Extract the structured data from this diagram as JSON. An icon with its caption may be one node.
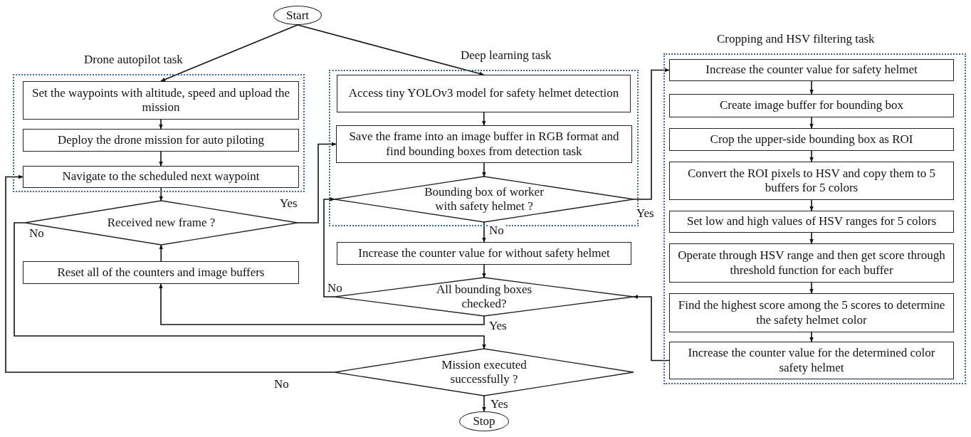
{
  "diagram": {
    "nodes": [
      {
        "text": [
          "Start"
        ]
      },
      {
        "text": [
          "Drone autopilot task"
        ]
      },
      {
        "text": [
          "Set the waypoints with altitude, speed and upload the mission"
        ],
        "in": 1
      },
      {
        "text": [
          "Deploy the drone mission for auto piloting"
        ],
        "in": 1
      },
      {
        "text": [
          "Navigate to the scheduled next waypoint"
        ],
        "in": 1
      },
      {
        "text": [
          "Received new frame ?"
        ]
      },
      {
        "text": [
          "Reset all of the counters and image buffers"
        ]
      },
      {
        "text": [
          "Deep learning task"
        ]
      },
      {
        "text": [
          "Access tiny YOLOv3 model for safety helmet detection"
        ],
        "in": 7
      },
      {
        "text": [
          "Save the frame into an image buffer in RGB format and find bounding boxes from detection task"
        ],
        "in": 7
      },
      {
        "text": [
          "Bounding box of worker with safety helmet ?"
        ],
        "in": 7
      },
      {
        "text": [
          "Increase the counter value for without safety helmet"
        ]
      },
      {
        "text": [
          "All bounding boxes checked?"
        ]
      },
      {
        "text": [
          "Mission executed successfully ?"
        ]
      },
      {
        "text": [
          "Stop"
        ]
      },
      {
        "text": [
          "Cropping and HSV filtering task"
        ]
      },
      {
        "text": [
          "Increase the counter value for safety helmet"
        ],
        "in": 15
      },
      {
        "text": [
          "Create image buffer for bounding box"
        ],
        "in": 15
      },
      {
        "text": [
          "Crop the upper-side bounding box as ROI"
        ],
        "in": 15
      },
      {
        "text": [
          "Convert the ROI pixels to HSV and copy them to 5 buffers for 5 colors"
        ],
        "in": 15
      },
      {
        "text": [
          "Set low and high values of HSV ranges for 5 colors"
        ],
        "in": 15
      },
      {
        "text": [
          "Operate through HSV range and then get score through threshold function for each buffer"
        ],
        "in": 15
      },
      {
        "text": [
          "Find the highest score among the 5 scores to determine the safety helmet color"
        ],
        "in": 15
      },
      {
        "text": [
          "Increase the counter value for the determined color safety helmet"
        ],
        "in": 15
      }
    ],
    "edges": [
      {
        "from": 0,
        "to": 2,
        "arrow": "to"
      },
      {
        "from": 0,
        "to": 8,
        "arrow": "to"
      },
      {
        "from": 2,
        "to": 3,
        "arrow": "to"
      },
      {
        "from": 3,
        "to": 4,
        "arrow": "to"
      },
      {
        "from": 4,
        "to": 5,
        "arrow": "to"
      },
      {
        "from": 5,
        "to": 9,
        "arrow": "to",
        "label": "Yes"
      },
      {
        "from": 5,
        "to": 13,
        "arrow": "to",
        "label": "No"
      },
      {
        "from": 6,
        "to": 5,
        "arrow": "to"
      },
      {
        "from": 8,
        "to": 9,
        "arrow": "to"
      },
      {
        "from": 9,
        "to": 10,
        "arrow": "to"
      },
      {
        "from": 10,
        "to": 16,
        "arrow": "to",
        "label": "Yes"
      },
      {
        "from": 10,
        "to": 11,
        "arrow": "to",
        "label": "No"
      },
      {
        "from": 11,
        "to": 12,
        "arrow": "to"
      },
      {
        "from": 12,
        "to": 10,
        "arrow": "to",
        "label": "No"
      },
      {
        "from": 12,
        "to": 6,
        "arrow": "to",
        "label": "Yes"
      },
      {
        "from": 13,
        "to": 4,
        "arrow": "to",
        "label": "No"
      },
      {
        "from": 13,
        "to": 14,
        "arrow": "to",
        "label": "Yes"
      },
      {
        "from": 16,
        "to": 17,
        "arrow": "to"
      },
      {
        "from": 17,
        "to": 18,
        "arrow": "to"
      },
      {
        "from": 18,
        "to": 19,
        "arrow": "to"
      },
      {
        "from": 19,
        "to": 20,
        "arrow": "to"
      },
      {
        "from": 20,
        "to": 21,
        "arrow": "to"
      },
      {
        "from": 21,
        "to": 22,
        "arrow": "to"
      },
      {
        "from": 22,
        "to": 23,
        "arrow": "to"
      },
      {
        "from": 23,
        "to": 12,
        "arrow": "to"
      }
    ]
  }
}
